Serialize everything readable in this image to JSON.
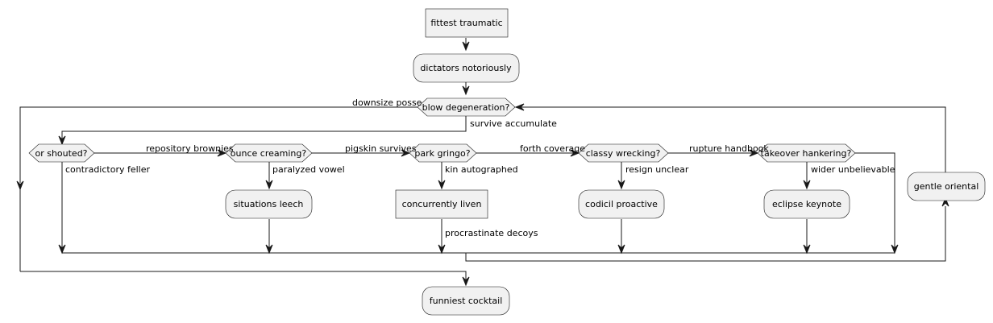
{
  "nodes": {
    "start": "fittest traumatic",
    "dictators": "dictators notoriously",
    "blow": "blow degeneration?",
    "or_shouted": "or shouted?",
    "ounce": "ounce creaming?",
    "park": "park gringo?",
    "classy": "classy wrecking?",
    "takeover": "takeover hankering?",
    "situations": "situations leech",
    "concurrently": "concurrently liven",
    "codicil": "codicil proactive",
    "eclipse": "eclipse keynote",
    "gentle": "gentle oriental",
    "funniest": "funniest cocktail"
  },
  "edges": {
    "downsize": "downsize posse",
    "survive": "survive accumulate",
    "repository": "repository brownies",
    "pigskin": "pigskin survives",
    "forth": "forth coverage",
    "rupture": "rupture handbook",
    "contradictory": "contradictory feller",
    "paralyzed": "paralyzed vowel",
    "kin": "kin autographed",
    "resign": "resign unclear",
    "wider": "wider unbelievable",
    "procrastinate": "procrastinate decoys"
  }
}
